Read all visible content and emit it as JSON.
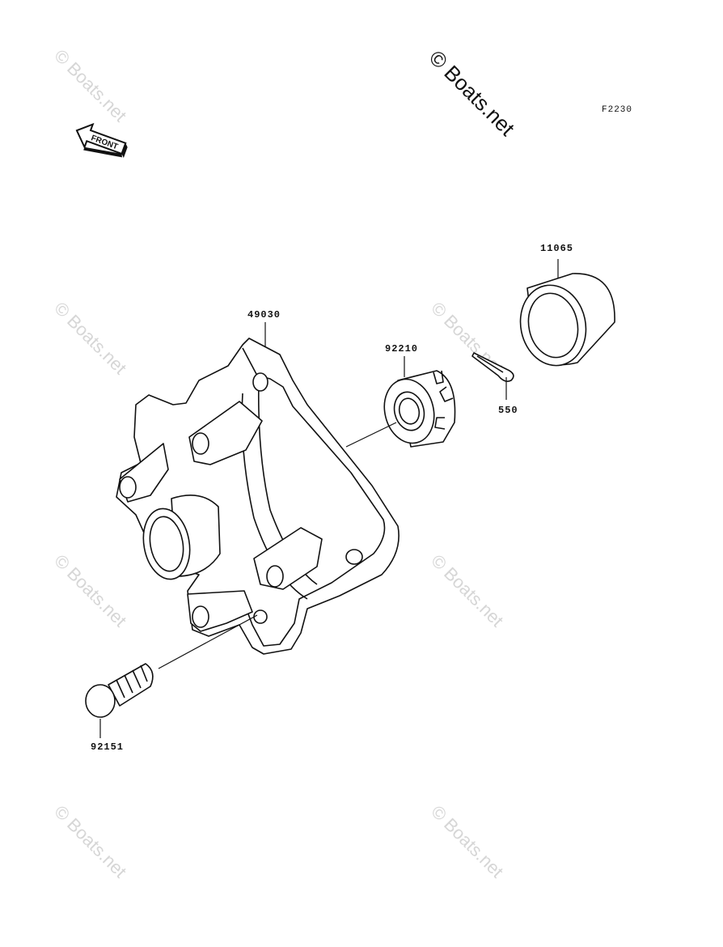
{
  "watermark": {
    "text": "© Boats.net"
  },
  "figure_code": "F2230",
  "front_arrow": {
    "label": "FRONT",
    "icon": "front-arrow-icon"
  },
  "parts": [
    {
      "number": "11065"
    },
    {
      "number": "49030"
    },
    {
      "number": "92210"
    },
    {
      "number": "550"
    },
    {
      "number": "92151"
    }
  ]
}
